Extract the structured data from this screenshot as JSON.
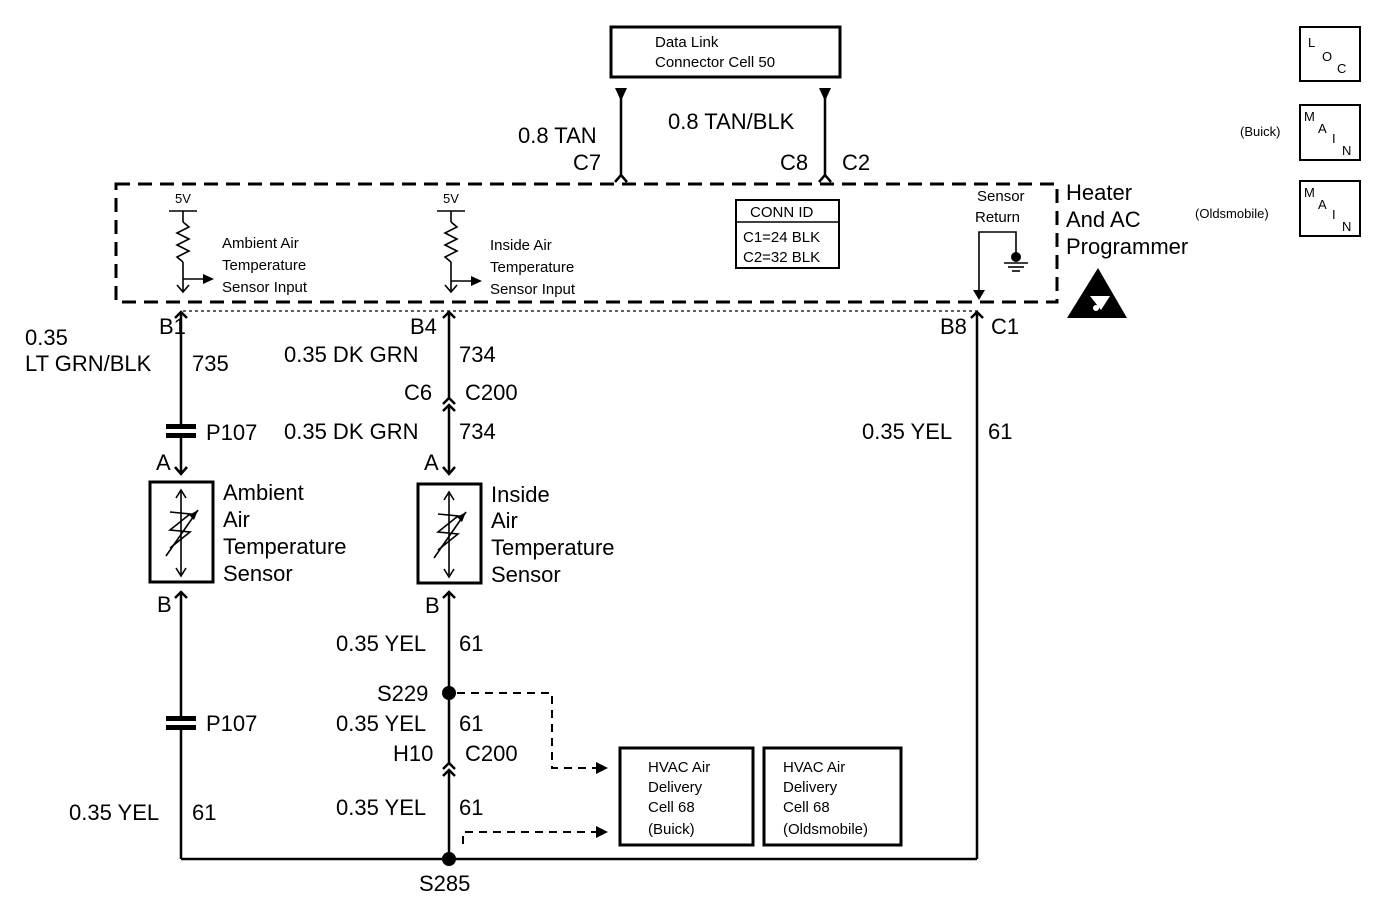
{
  "dlc": {
    "line1": "Data Link",
    "line2": "Connector Cell 50"
  },
  "legend": {
    "loc": {
      "l": "L",
      "o": "O",
      "c": "C"
    },
    "main": {
      "m": "M",
      "a": "A",
      "i": "I",
      "n": "N"
    },
    "buick": "(Buick)",
    "olds": "(Oldsmobile)"
  },
  "wires": {
    "tan": "0.8 TAN",
    "tan_blk": "0.8 TAN/BLK",
    "c7": "C7",
    "c8": "C8",
    "c2": "C2",
    "b1": "B1",
    "b4": "B4",
    "b8": "B8",
    "c1": "C1",
    "gauge_035": "0.35",
    "lt_grn_blk": "LT GRN/BLK",
    "n735": "735",
    "dk_grn": "0.35 DK GRN",
    "n734": "734",
    "c6": "C6",
    "c200": "C200",
    "yel": "0.35 YEL",
    "n61": "61",
    "p107": "P107",
    "pin_a": "A",
    "pin_b": "B",
    "s229": "S229",
    "h10": "H10",
    "s285": "S285"
  },
  "module": {
    "name1": "Heater",
    "name2": "And AC",
    "name3": "Programmer",
    "v5": "5V",
    "ambient_input": [
      "Ambient Air",
      "Temperature",
      "Sensor Input"
    ],
    "inside_input": [
      "Inside Air",
      "Temperature",
      "Sensor Input"
    ],
    "sensor_return": [
      "Sensor",
      "Return"
    ],
    "conn_id": {
      "title": "CONN ID",
      "c1": "C1=24 BLK",
      "c2": "C2=32 BLK"
    }
  },
  "sensors": {
    "ambient": [
      "Ambient",
      "Air",
      "Temperature",
      "Sensor"
    ],
    "inside": [
      "Inside",
      "Air",
      "Temperature",
      "Sensor"
    ]
  },
  "hvac": {
    "buick": [
      "HVAC Air",
      "Delivery",
      "Cell 68",
      "(Buick)"
    ],
    "olds": [
      "HVAC Air",
      "Delivery",
      "Cell 68",
      "(Oldsmobile)"
    ]
  }
}
